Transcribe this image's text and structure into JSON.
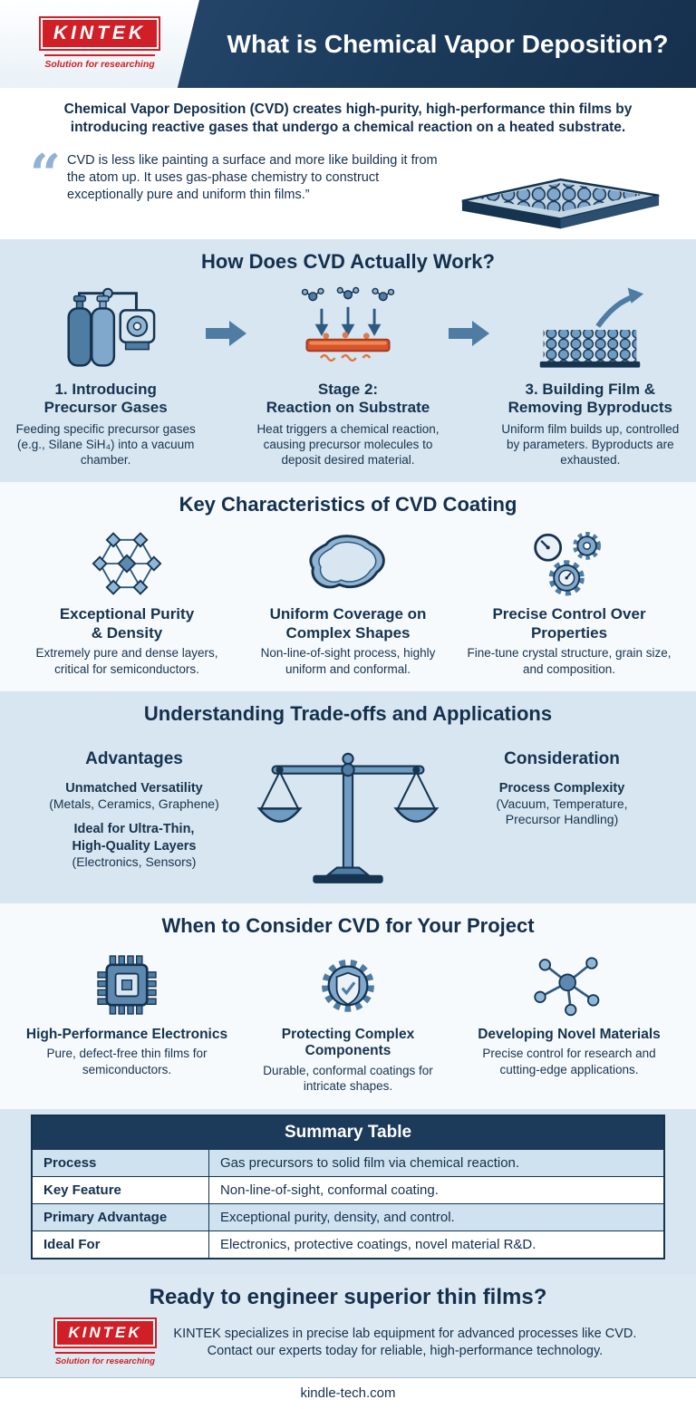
{
  "colors": {
    "navy": "#1c3a59",
    "red": "#d01f26",
    "light_blue": "#d7e6f0",
    "steel": "#4e7ca3"
  },
  "header": {
    "brand": "KINTEK",
    "tagline": "Solution for researching",
    "title": "What is Chemical Vapor Deposition?"
  },
  "intro": {
    "paragraph": "Chemical Vapor Deposition (CVD) creates high-purity, high-performance thin films by introducing reactive gases that undergo a chemical reaction on a heated substrate.",
    "quote_mark": "“",
    "quote": "CVD is less like painting a surface and more like building it from the atom up. It uses gas-phase chemistry to construct exceptionally pure and uniform thin films.”"
  },
  "how": {
    "title": "How Does CVD Actually Work?",
    "steps": [
      {
        "title": "1. Introducing\nPrecursor Gases",
        "desc": "Feeding specific precursor gases (e.g., Silane SiH₄) into a vacuum chamber."
      },
      {
        "title": "Stage 2:\nReaction on Substrate",
        "desc": "Heat triggers a chemical reaction, causing precursor molecules to deposit desired material."
      },
      {
        "title": "3. Building Film &\nRemoving Byproducts",
        "desc": "Uniform film builds up, controlled by parameters. Byproducts are exhausted."
      }
    ]
  },
  "characteristics": {
    "title": "Key Characteristics of CVD Coating",
    "items": [
      {
        "title": "Exceptional Purity\n& Density",
        "desc": "Extremely pure and dense layers, critical for semiconductors."
      },
      {
        "title": "Uniform Coverage on\nComplex Shapes",
        "desc": "Non-line-of-sight process, highly uniform and conformal."
      },
      {
        "title": "Precise Control Over\nProperties",
        "desc": "Fine-tune crystal structure, grain size, and composition."
      }
    ]
  },
  "tradeoffs": {
    "title": "Understanding Trade-offs and Applications",
    "advantages": {
      "title": "Advantages",
      "item1_bold": "Unmatched Versatility",
      "item1_sub": "(Metals, Ceramics, Graphene)",
      "item2_bold": "Ideal for Ultra-Thin,\nHigh-Quality Layers",
      "item2_sub": "(Electronics, Sensors)"
    },
    "consideration": {
      "title": "Consideration",
      "item1_bold": "Process Complexity",
      "item1_sub": "(Vacuum, Temperature,\nPrecursor Handling)"
    }
  },
  "when": {
    "title": "When to Consider CVD for Your Project",
    "items": [
      {
        "title": "High-Performance Electronics",
        "desc": "Pure, defect-free thin films for semiconductors."
      },
      {
        "title": "Protecting Complex Components",
        "desc": "Durable, conformal coatings for intricate shapes."
      },
      {
        "title": "Developing Novel Materials",
        "desc": "Precise control for research and cutting-edge applications."
      }
    ]
  },
  "summary": {
    "title": "Summary Table",
    "rows": [
      {
        "label": "Process",
        "value": "Gas precursors to solid film via chemical reaction."
      },
      {
        "label": "Key Feature",
        "value": "Non-line-of-sight, conformal coating."
      },
      {
        "label": "Primary Advantage",
        "value": "Exceptional purity, density, and control."
      },
      {
        "label": "Ideal For",
        "value": "Electronics, protective coatings, novel material R&D."
      }
    ]
  },
  "cta": {
    "title": "Ready to engineer superior thin films?",
    "brand": "KINTEK",
    "tagline": "Solution for researching",
    "text": "KINTEK specializes in precise lab equipment for advanced processes like CVD. Contact our experts today for reliable, high-performance technology.",
    "website": "kindle-tech.com"
  }
}
